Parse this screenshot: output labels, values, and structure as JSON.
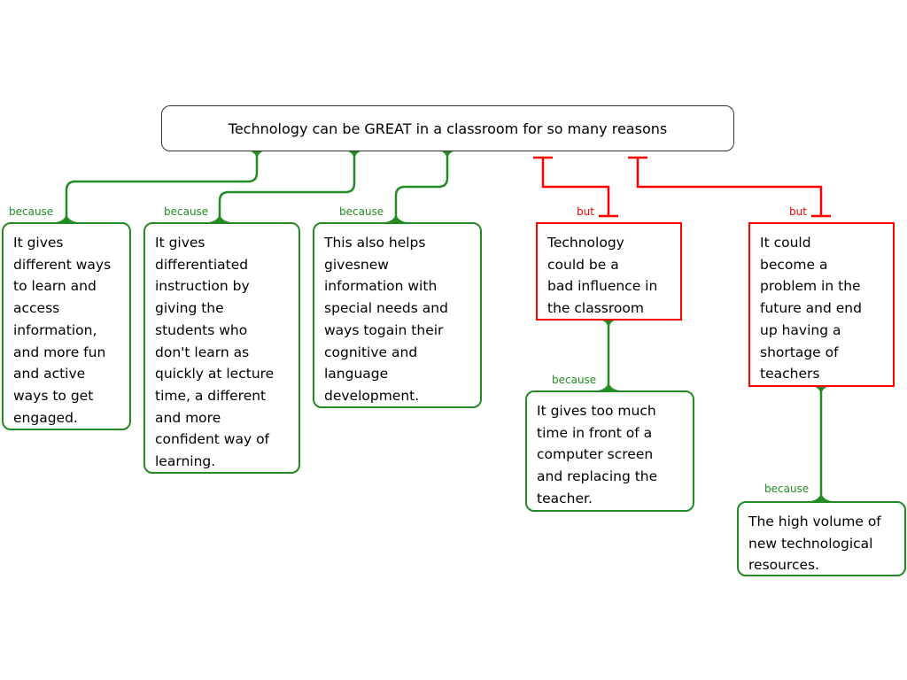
{
  "main_claim": "Technology can be GREAT in a classroom for so many reasons",
  "connector_labels": {
    "because": "because",
    "but": "but"
  },
  "reasons": [
    {
      "lines": [
        "It gives",
        "different ways",
        "to learn and",
        "access",
        "information,",
        "and more fun",
        "and active",
        "ways to get",
        "engaged."
      ]
    },
    {
      "lines": [
        "It gives",
        "differentiated",
        "instruction by",
        "giving the",
        "students who",
        "don't learn as",
        "quickly at lecture",
        "time, a different",
        "and more",
        "confident way of",
        "learning."
      ]
    },
    {
      "lines": [
        "This also helps",
        "givesnew",
        "information with",
        "special needs and",
        "ways togain their",
        "cognitive and",
        "language",
        "development."
      ]
    }
  ],
  "objections": [
    {
      "lines": [
        "Technology",
        "could be a",
        "bad influence in",
        "the classroom"
      ],
      "reason": {
        "lines": [
          "It gives too much",
          "time in front of a",
          "computer screen",
          "and replacing the",
          "teacher."
        ]
      }
    },
    {
      "lines": [
        "It could",
        "become a",
        "problem in the",
        "future and end",
        "up having a",
        "shortage of",
        "teachers"
      ],
      "reason": {
        "lines": [
          "The high volume of",
          "new technological",
          "resources."
        ]
      }
    }
  ],
  "colors": {
    "support": "#228b22",
    "oppose": "#ff0000",
    "claim_border": "#333333"
  }
}
